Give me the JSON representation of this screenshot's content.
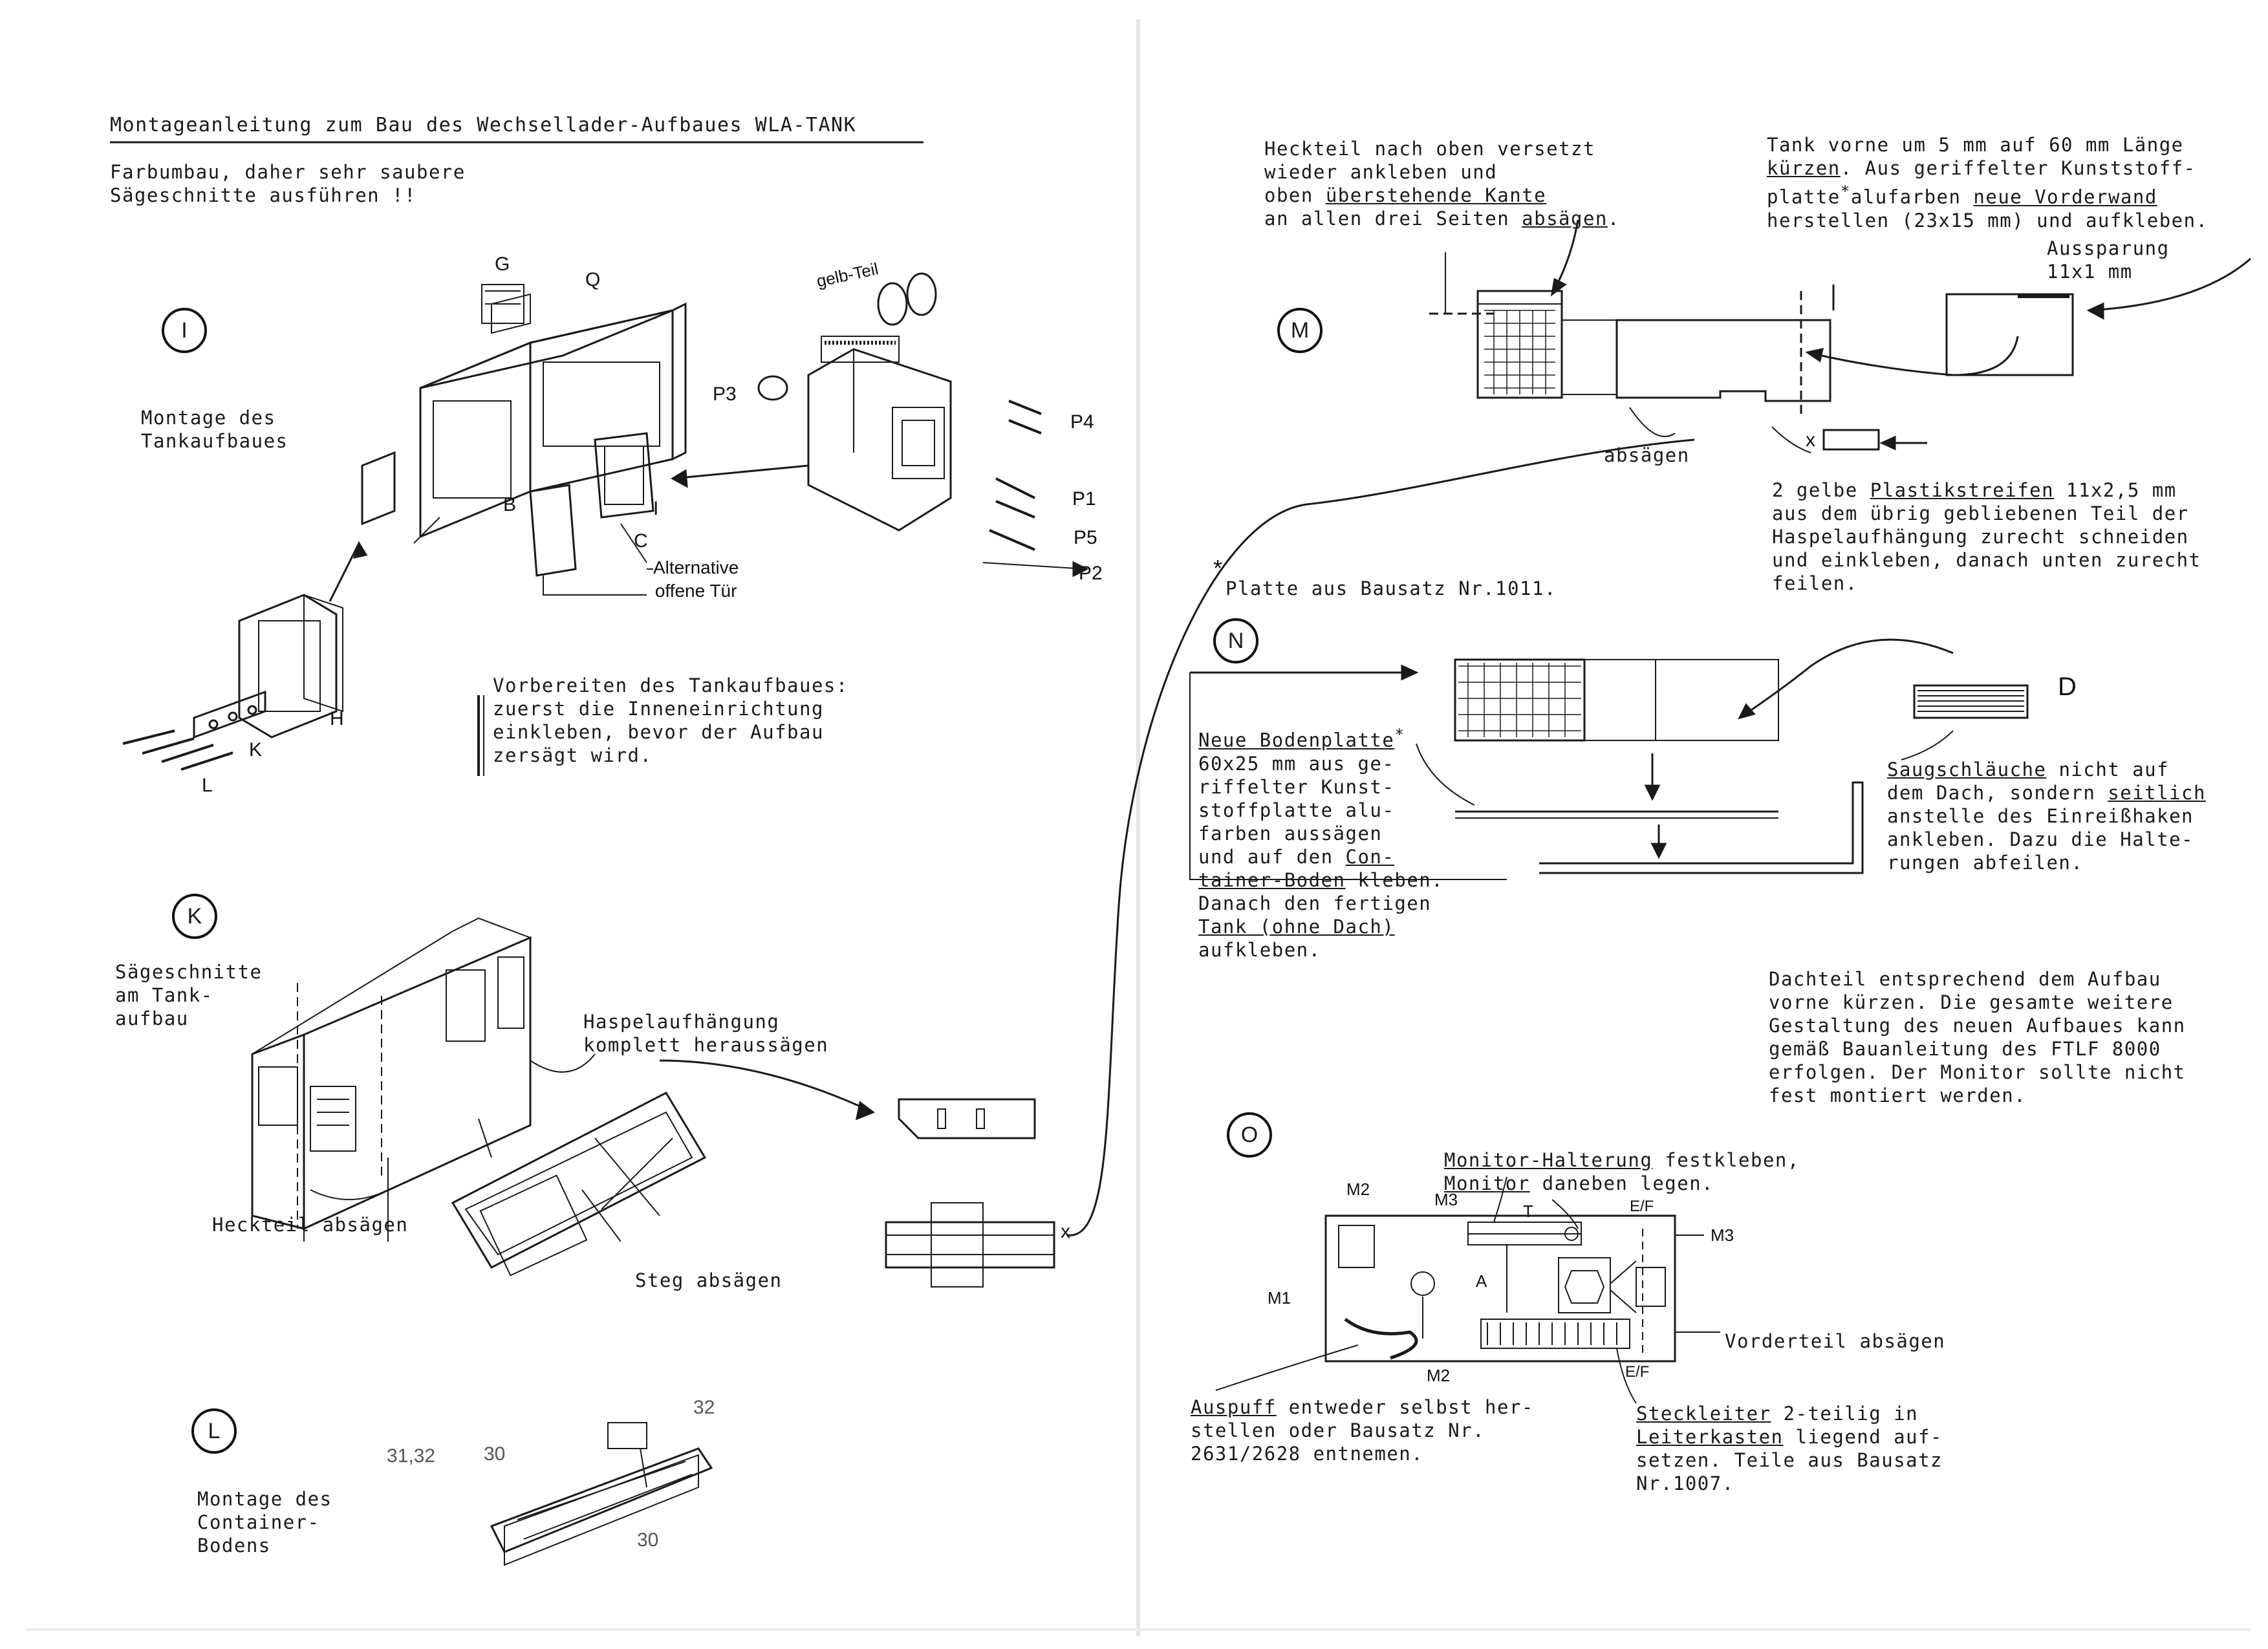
{
  "left_page": {
    "title": "Montageanleitung zum Bau des Wechsellader-Aufbaues WLA-TANK",
    "intro": "Farbumbau, daher sehr saubere\nSägeschnitte ausführen !!",
    "step_i": {
      "marker": "I",
      "caption": "Montage des\nTankaufbaues"
    },
    "parts": {
      "g": "G",
      "q": "Q",
      "gelb_teil": "gelb-Teil",
      "p3": "P3",
      "p4": "P4",
      "p1": "P1",
      "p5": "P5",
      "p2": "P2",
      "b": "B",
      "i": "I",
      "c": "C",
      "h": "H",
      "k": "K",
      "l": "L"
    },
    "alternative": "Alternative\noffene Tür",
    "prep_note": "Vorbereiten des Tankaufbaues:\nzuerst die Inneneinrichtung\neinkleben, bevor der Aufbau\nzersägt wird.",
    "step_k": {
      "marker": "K",
      "saegeschnitte": "Sägeschnitte\nam Tank-\naufbau",
      "haspel": "Haspelaufhängung\nkomplett heraussägen",
      "heckteil": "Heckteil absägen",
      "steg": "Steg absägen",
      "x_mark": "x"
    },
    "step_l": {
      "marker": "L",
      "caption": "Montage des\nContainer-\nBodens",
      "parts_a": "31,32",
      "parts_b": "30",
      "part_32": "32",
      "part_30": "30"
    }
  },
  "right_page": {
    "step_m": {
      "marker": "M",
      "heckteil_note_a": "Heckteil nach oben versetzt\nwieder ankleben und\noben ",
      "heckteil_note_u1": "überstehende Kante",
      "heckteil_note_b": "an allen drei Seiten ",
      "heckteil_note_u2": "absägen",
      "tank_note_1": "Tank vorne um 5 mm auf 60 mm Länge",
      "tank_note_u1": "kürzen",
      "tank_note_2": ". Aus geriffelter Kunststoff-",
      "tank_note_3": "platte",
      "tank_note_star": "*",
      "tank_note_4": "alufarben ",
      "tank_note_u2": "neue Vorderwand",
      "tank_note_5": "herstellen (23x15 mm) und aufkleben.",
      "aussparung": "Aussparung\n11x1 mm",
      "absaegen": "absägen",
      "x_mark": "x",
      "strips_1": "2 gelbe ",
      "strips_u": "Plastikstreifen",
      "strips_2": " 11x2,5 mm",
      "strips_rest": "aus dem übrig gebliebenen Teil der\nHaspelaufhängung zurecht schneiden\nund einkleben, danach unten zurecht\nfeilen.",
      "footnote_star": "*",
      "footnote": "Platte aus Bausatz Nr.1011."
    },
    "step_n": {
      "marker": "N",
      "bodenplatte_u": "Neue Bodenplatte",
      "bodenplatte_star": "*",
      "bodenplatte_lines": "60x25 mm aus ge-\nriffelter Kunst-\nstoffplatte alu-\nfarben aussägen\nund auf den ",
      "con_u": "Con-",
      "tainer_u": "tainer-Boden",
      "kleben": " kleben.",
      "danach": "Danach den fertigen",
      "tank_u": "Tank (ohne Dach)",
      "aufkleben": "aufkleben.",
      "d_label": "D",
      "saug_u": "Saugschläuche",
      "saug_1": " nicht auf",
      "saug_2a": "dem Dach, sondern ",
      "saug_u2": "seitlich",
      "saug_rest": "anstelle des Einreißhaken\nankleben. Dazu die Halte-\nrungen abfeilen.",
      "dachteil": "Dachteil entsprechend dem Aufbau\nvorne kürzen. Die gesamte weitere\nGestaltung des neuen Aufbaues kann\ngemäß Bauanleitung des FTLF 8000\nerfolgen. Der Monitor sollte nicht\nfest montiert werden."
    },
    "step_o": {
      "marker": "O",
      "monitor_u1": "Monitor-Halterung",
      "monitor_1": " festkleben,",
      "monitor_u2": "Monitor",
      "monitor_2": " daneben legen.",
      "m1": "M1",
      "m2a": "M2",
      "m2b": "M2",
      "m3a": "M3",
      "m3b": "M3",
      "t": "T",
      "a": "A",
      "ef1": "E/F",
      "ef2": "E/F",
      "vorderteil": "Vorderteil absägen",
      "auspuff_u": "Auspuff",
      "auspuff_1": " entweder selbst her-",
      "auspuff_rest": "stellen oder Bausatz Nr.\n2631/2628 entnemen.",
      "steck_u": "Steckleiter",
      "steck_1": " 2-teilig in",
      "leiter_u": "Leiterkasten",
      "steck_2": " liegend auf-",
      "steck_rest": "setzen. Teile aus Bausatz\nNr.1007."
    }
  }
}
